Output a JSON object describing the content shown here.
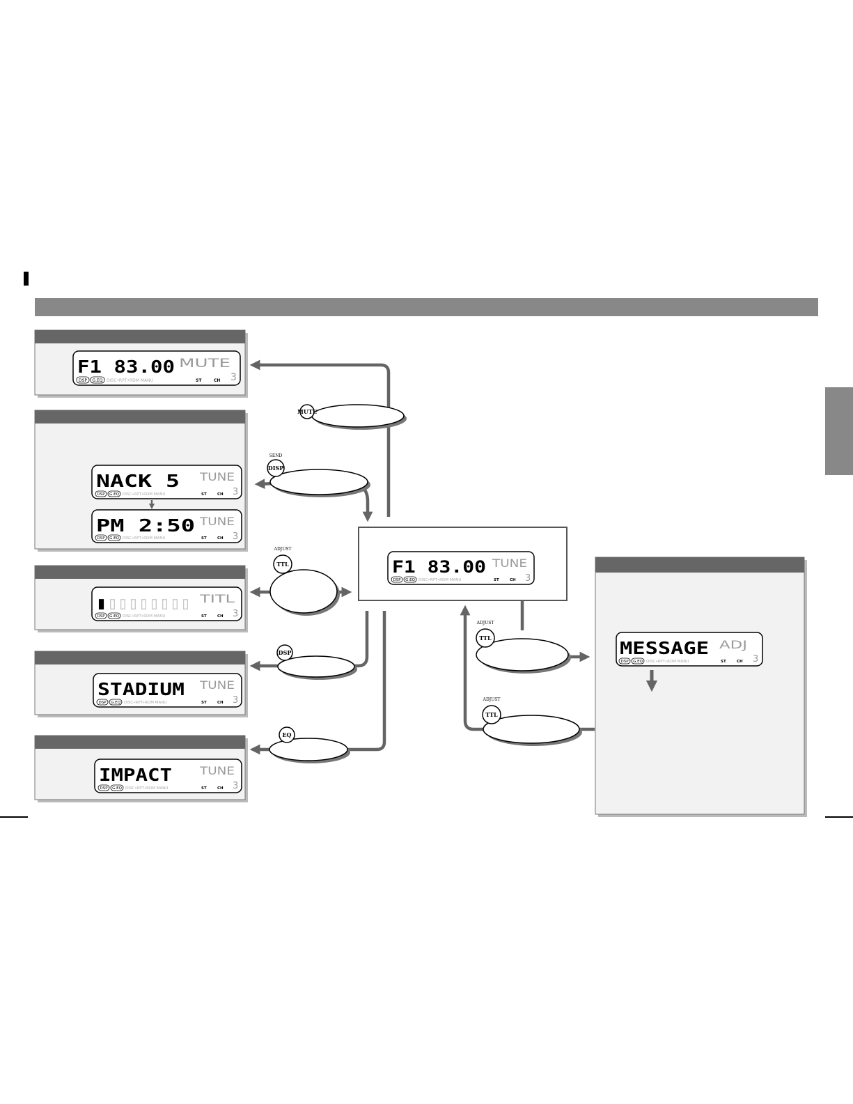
{
  "panels": {
    "mute": {
      "display": {
        "line": "F1 83.00",
        "mode": "MUTE",
        "ch": "3"
      }
    },
    "disp": {
      "display_1": {
        "line": "NACK 5",
        "mode": "TUNE",
        "ch": "3"
      },
      "display_2": {
        "line": "PM   2:50",
        "mode": "TUNE",
        "ch": "3"
      }
    },
    "ttl": {
      "display": {
        "line": "▮",
        "mode": "TITL",
        "ch": "3"
      }
    },
    "dsp": {
      "display": {
        "line": "STADIUM",
        "mode": "TUNE",
        "ch": "3"
      }
    },
    "eq": {
      "display": {
        "line": "IMPACT",
        "mode": "TUNE",
        "ch": "3"
      }
    },
    "center": {
      "display": {
        "line": "F1 83.00",
        "mode": "TUNE",
        "ch": "3"
      }
    },
    "message": {
      "display": {
        "line": "MESSAGE",
        "mode": "ADJ",
        "ch": "3"
      }
    }
  },
  "lcd_common": {
    "badge_dsp": "DSP",
    "badge_geq": "G.EQ",
    "indicators": "DISC•RPT•RDM MANU",
    "st": "ST",
    "ch_label": "CH"
  },
  "buttons": {
    "mute": {
      "label": "MUTE",
      "caption": ""
    },
    "disp": {
      "label": "DISP",
      "caption": "SEND"
    },
    "ttl_left": {
      "label": "TTL",
      "caption": "ADJUST"
    },
    "dsp": {
      "label": "DSP",
      "caption": ""
    },
    "eq": {
      "label": "EQ",
      "caption": ""
    },
    "ttl_right_1": {
      "label": "TTL",
      "caption": "ADJUST"
    },
    "ttl_right_2": {
      "label": "TTL",
      "caption": "ADJUST"
    }
  },
  "colors": {
    "panel_header": "#666666",
    "section_bar": "#888888",
    "panel_bg": "#f2f2f2",
    "arrow": "#646464",
    "side_tab": "#888888"
  }
}
